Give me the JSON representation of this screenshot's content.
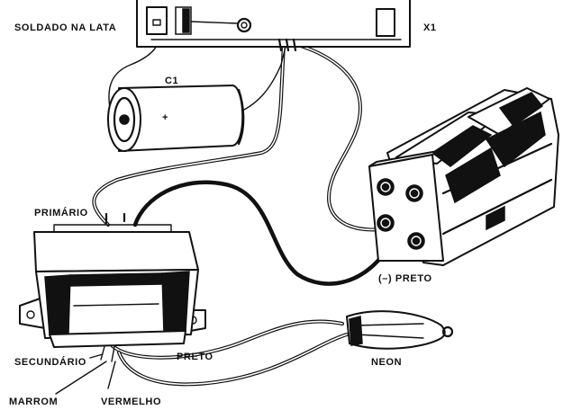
{
  "labels": {
    "soldado": "SOLDADO NA LATA",
    "x1": "X1",
    "c1": "C1",
    "plus": "+",
    "primario": "PRIMÁRIO",
    "preto_neg": "(–) PRETO",
    "secundario": "SECUNDÁRIO",
    "preto": "PRETO",
    "neon": "NEON",
    "marrom": "MARROM",
    "vermelho": "VERMELHO"
  },
  "colors": {
    "ink": "#111111",
    "paper": "#ffffff"
  }
}
